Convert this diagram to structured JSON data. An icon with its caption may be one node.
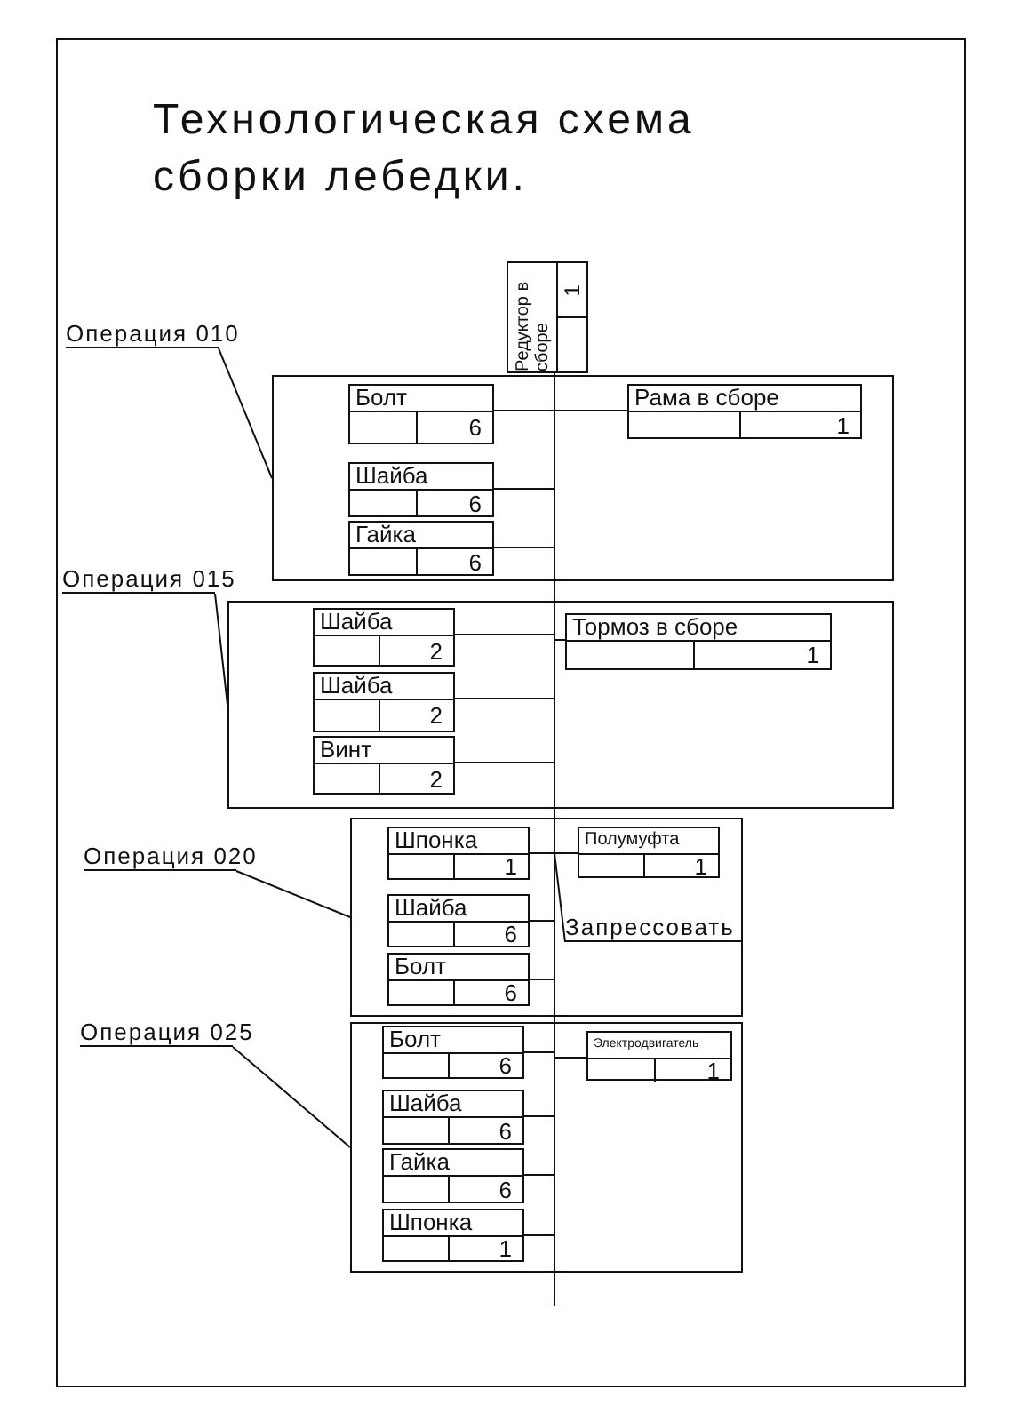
{
  "diagram": {
    "title": "Технологическая схема сборки лебедки.",
    "nodes": [
      {
        "text": [
          "Редуктор в сборе",
          "1"
        ]
      },
      {
        "text": [
          "Операция 010"
        ]
      },
      {
        "text": [],
        "shape": "box"
      },
      {
        "text": [
          "Болт",
          "6"
        ],
        "in": 2
      },
      {
        "text": [
          "Рама в сборе",
          "1"
        ],
        "in": 2
      },
      {
        "text": [
          "Шайба",
          "6"
        ],
        "in": 2
      },
      {
        "text": [
          "Гайка",
          "6"
        ],
        "in": 2
      },
      {
        "text": [
          "Операция 015"
        ]
      },
      {
        "text": [],
        "shape": "box"
      },
      {
        "text": [
          "Шайба",
          "2"
        ],
        "in": 8
      },
      {
        "text": [
          "Тормоз в сборе",
          "1"
        ],
        "in": 8
      },
      {
        "text": [
          "Шайба",
          "2"
        ],
        "in": 8
      },
      {
        "text": [
          "Винт",
          "2"
        ],
        "in": 8
      },
      {
        "text": [
          "Операция 020"
        ]
      },
      {
        "text": [],
        "shape": "box"
      },
      {
        "text": [
          "Шпонка",
          "1"
        ],
        "in": 14
      },
      {
        "text": [
          "Полумуфта",
          "1"
        ],
        "in": 14
      },
      {
        "text": [
          "Шайба",
          "6"
        ],
        "in": 14
      },
      {
        "text": [
          "Запрессовать"
        ],
        "in": 14
      },
      {
        "text": [
          "Болт",
          "6"
        ],
        "in": 14
      },
      {
        "text": [
          "Операция 025"
        ]
      },
      {
        "text": [],
        "shape": "box"
      },
      {
        "text": [
          "Болт",
          "6"
        ],
        "in": 21
      },
      {
        "text": [
          "Электродвигатель",
          "1"
        ],
        "in": 21
      },
      {
        "text": [
          "Шайба",
          "6"
        ],
        "in": 21
      },
      {
        "text": [
          "Гайка",
          "6"
        ],
        "in": 21
      },
      {
        "text": [
          "Шпонка",
          "1"
        ],
        "in": 21
      }
    ],
    "edges": [
      {
        "from": 1,
        "to": 2,
        "arrow": "none"
      },
      {
        "from": 3,
        "to": 0,
        "arrow": "none"
      },
      {
        "from": 4,
        "to": 0,
        "arrow": "none"
      },
      {
        "from": 5,
        "to": 0,
        "arrow": "none"
      },
      {
        "from": 6,
        "to": 0,
        "arrow": "none"
      },
      {
        "from": 7,
        "to": 8,
        "arrow": "none"
      },
      {
        "from": 9,
        "to": 0,
        "arrow": "none"
      },
      {
        "from": 10,
        "to": 0,
        "arrow": "none"
      },
      {
        "from": 11,
        "to": 0,
        "arrow": "none"
      },
      {
        "from": 12,
        "to": 0,
        "arrow": "none"
      },
      {
        "from": 13,
        "to": 14,
        "arrow": "none"
      },
      {
        "from": 15,
        "to": 0,
        "arrow": "none"
      },
      {
        "from": 16,
        "to": 0,
        "arrow": "none"
      },
      {
        "from": 17,
        "to": 0,
        "arrow": "none"
      },
      {
        "from": 18,
        "to": null,
        "arrow": "none"
      },
      {
        "from": 19,
        "to": 0,
        "arrow": "none"
      },
      {
        "from": 20,
        "to": 21,
        "arrow": "none"
      },
      {
        "from": 22,
        "to": 0,
        "arrow": "none"
      },
      {
        "from": 23,
        "to": 0,
        "arrow": "none"
      },
      {
        "from": 24,
        "to": 0,
        "arrow": "none"
      },
      {
        "from": 25,
        "to": 0,
        "arrow": "none"
      },
      {
        "from": 26,
        "to": 0,
        "arrow": "none"
      }
    ]
  }
}
